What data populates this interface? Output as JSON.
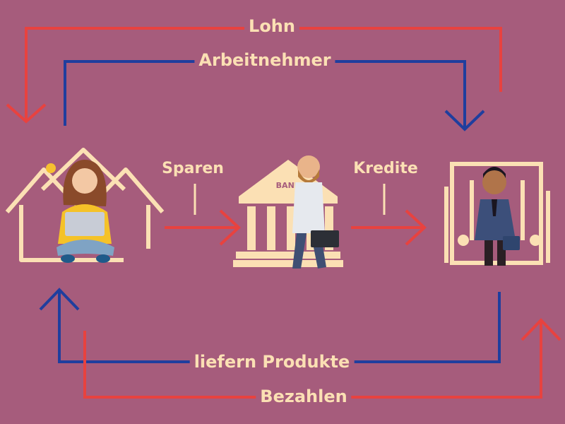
{
  "labels": {
    "top_outer": "Lohn",
    "top_inner": "Arbeitnehmer",
    "save": "Sparen",
    "credit": "Kredite",
    "bottom_inner": "liefern Produkte",
    "bottom_outer": "Bezahlen",
    "bank_sign": "BANK"
  },
  "colors": {
    "background": "#a65c7c",
    "red_arrow": "#e8423f",
    "blue_arrow": "#1f3e9e",
    "cream": "#fbe0b4"
  },
  "icons": {
    "household": "woman-with-laptop-in-house-icon",
    "bank": "bank-with-businessman-icon",
    "company": "businessman-office-building-icon"
  }
}
